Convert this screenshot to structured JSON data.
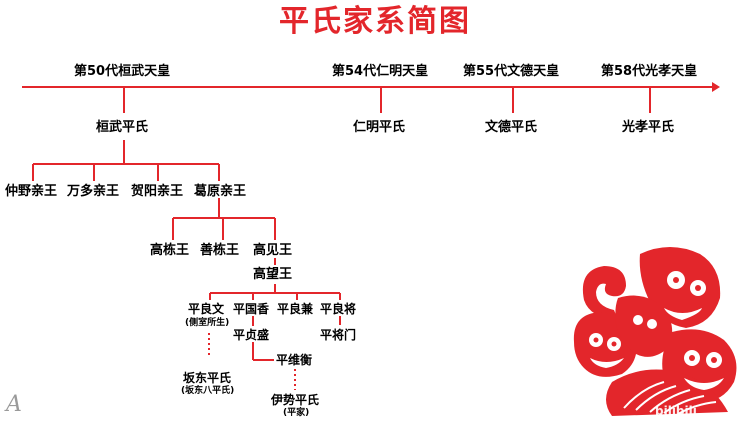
{
  "title": "平氏家系简图",
  "emperors": [
    {
      "label": "第50代桓武天皇"
    },
    {
      "label": "第54代仁明天皇"
    },
    {
      "label": "第55代文德天皇"
    },
    {
      "label": "第58代光孝天皇"
    }
  ],
  "clans": [
    {
      "label": "桓武平氏"
    },
    {
      "label": "仁明平氏"
    },
    {
      "label": "文德平氏"
    },
    {
      "label": "光孝平氏"
    }
  ],
  "princes": [
    {
      "label": "仲野亲王"
    },
    {
      "label": "万多亲王"
    },
    {
      "label": "贺阳亲王"
    },
    {
      "label": "葛原亲王"
    }
  ],
  "kings": [
    {
      "label": "高栋王"
    },
    {
      "label": "善栋王"
    },
    {
      "label": "高见王"
    }
  ],
  "takamochi": "高望王",
  "sons": [
    {
      "label": "平良文",
      "note": "(侧室所生)"
    },
    {
      "label": "平国香"
    },
    {
      "label": "平良兼"
    },
    {
      "label": "平良将"
    }
  ],
  "sadamori": "平贞盛",
  "masakado": "平将门",
  "korehira": "平维衡",
  "bando": {
    "label": "坂东平氏",
    "note": "(坂东八平氏)"
  },
  "ise": {
    "label": "伊势平氏",
    "note": "(平家)"
  },
  "watermark": {
    "letter": "A",
    "logo": "bilibili"
  },
  "colors": {
    "title": "#e3262b",
    "line": "#e3262b",
    "crest": "#e3262b",
    "text": "#000000"
  }
}
